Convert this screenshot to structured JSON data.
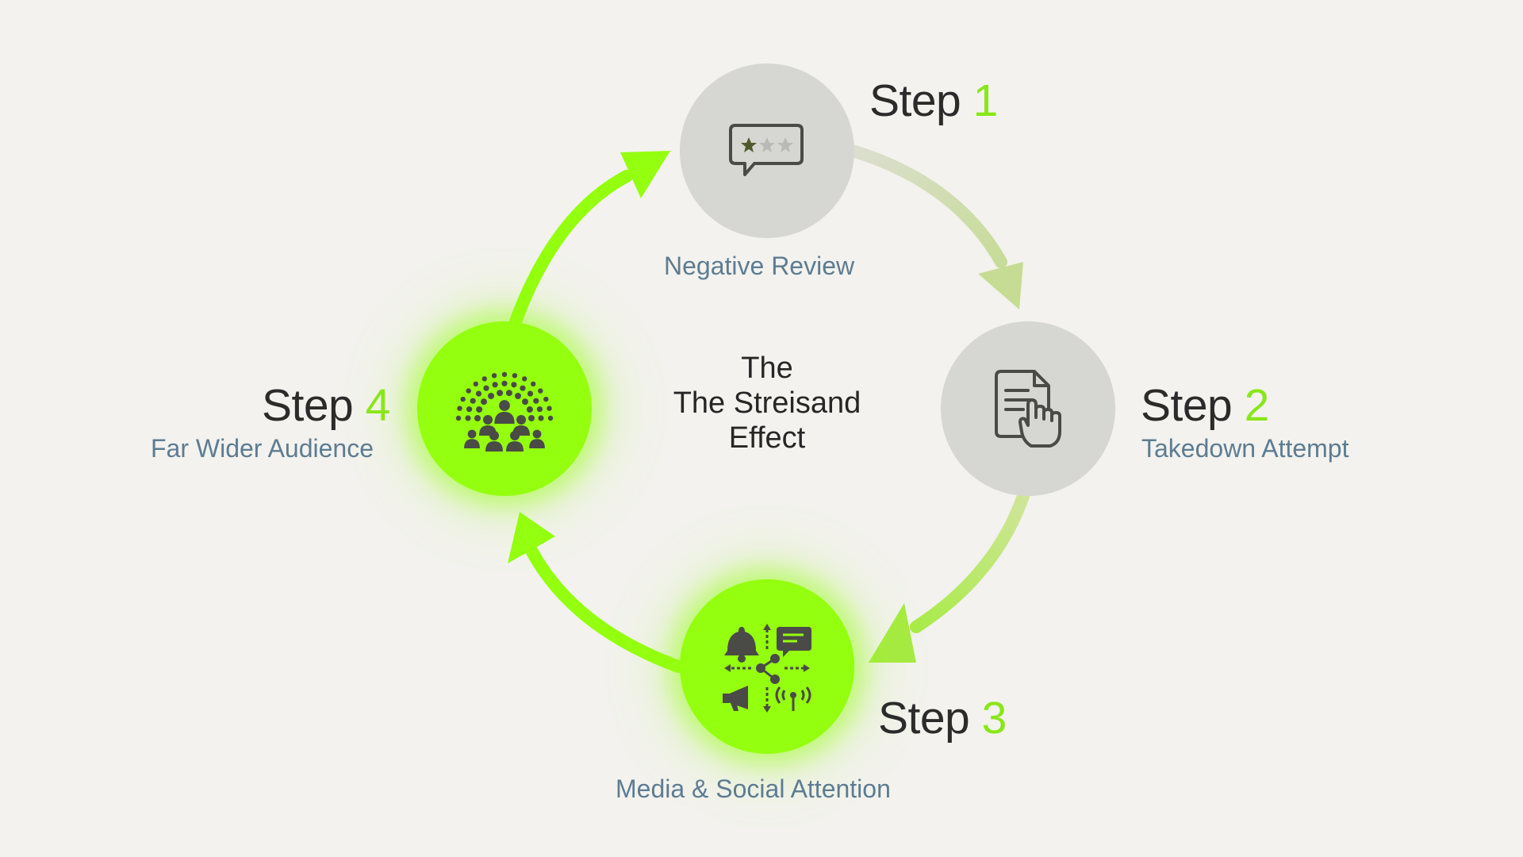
{
  "center": {
    "line1": "The",
    "line2": "The Streisand",
    "line3": "Effect"
  },
  "steps": [
    {
      "word": "Step",
      "num": "1",
      "label": "Negative Review",
      "icon": "rating-bubble-icon"
    },
    {
      "word": "Step",
      "num": "2",
      "label": "Takedown Attempt",
      "icon": "document-hand-icon"
    },
    {
      "word": "Step",
      "num": "3",
      "label": "Media & Social Attention",
      "icon": "media-share-icon"
    },
    {
      "word": "Step",
      "num": "4",
      "label": "Far Wider Audience",
      "icon": "crowd-burst-icon"
    }
  ],
  "colors": {
    "background": "#f3f2ee",
    "gray_node": "#d6d6d3",
    "green_accent": "#94ff0f",
    "step_number": "#8ae61a",
    "label_text": "#5d7c92",
    "icon_dark": "#4a4a47"
  }
}
